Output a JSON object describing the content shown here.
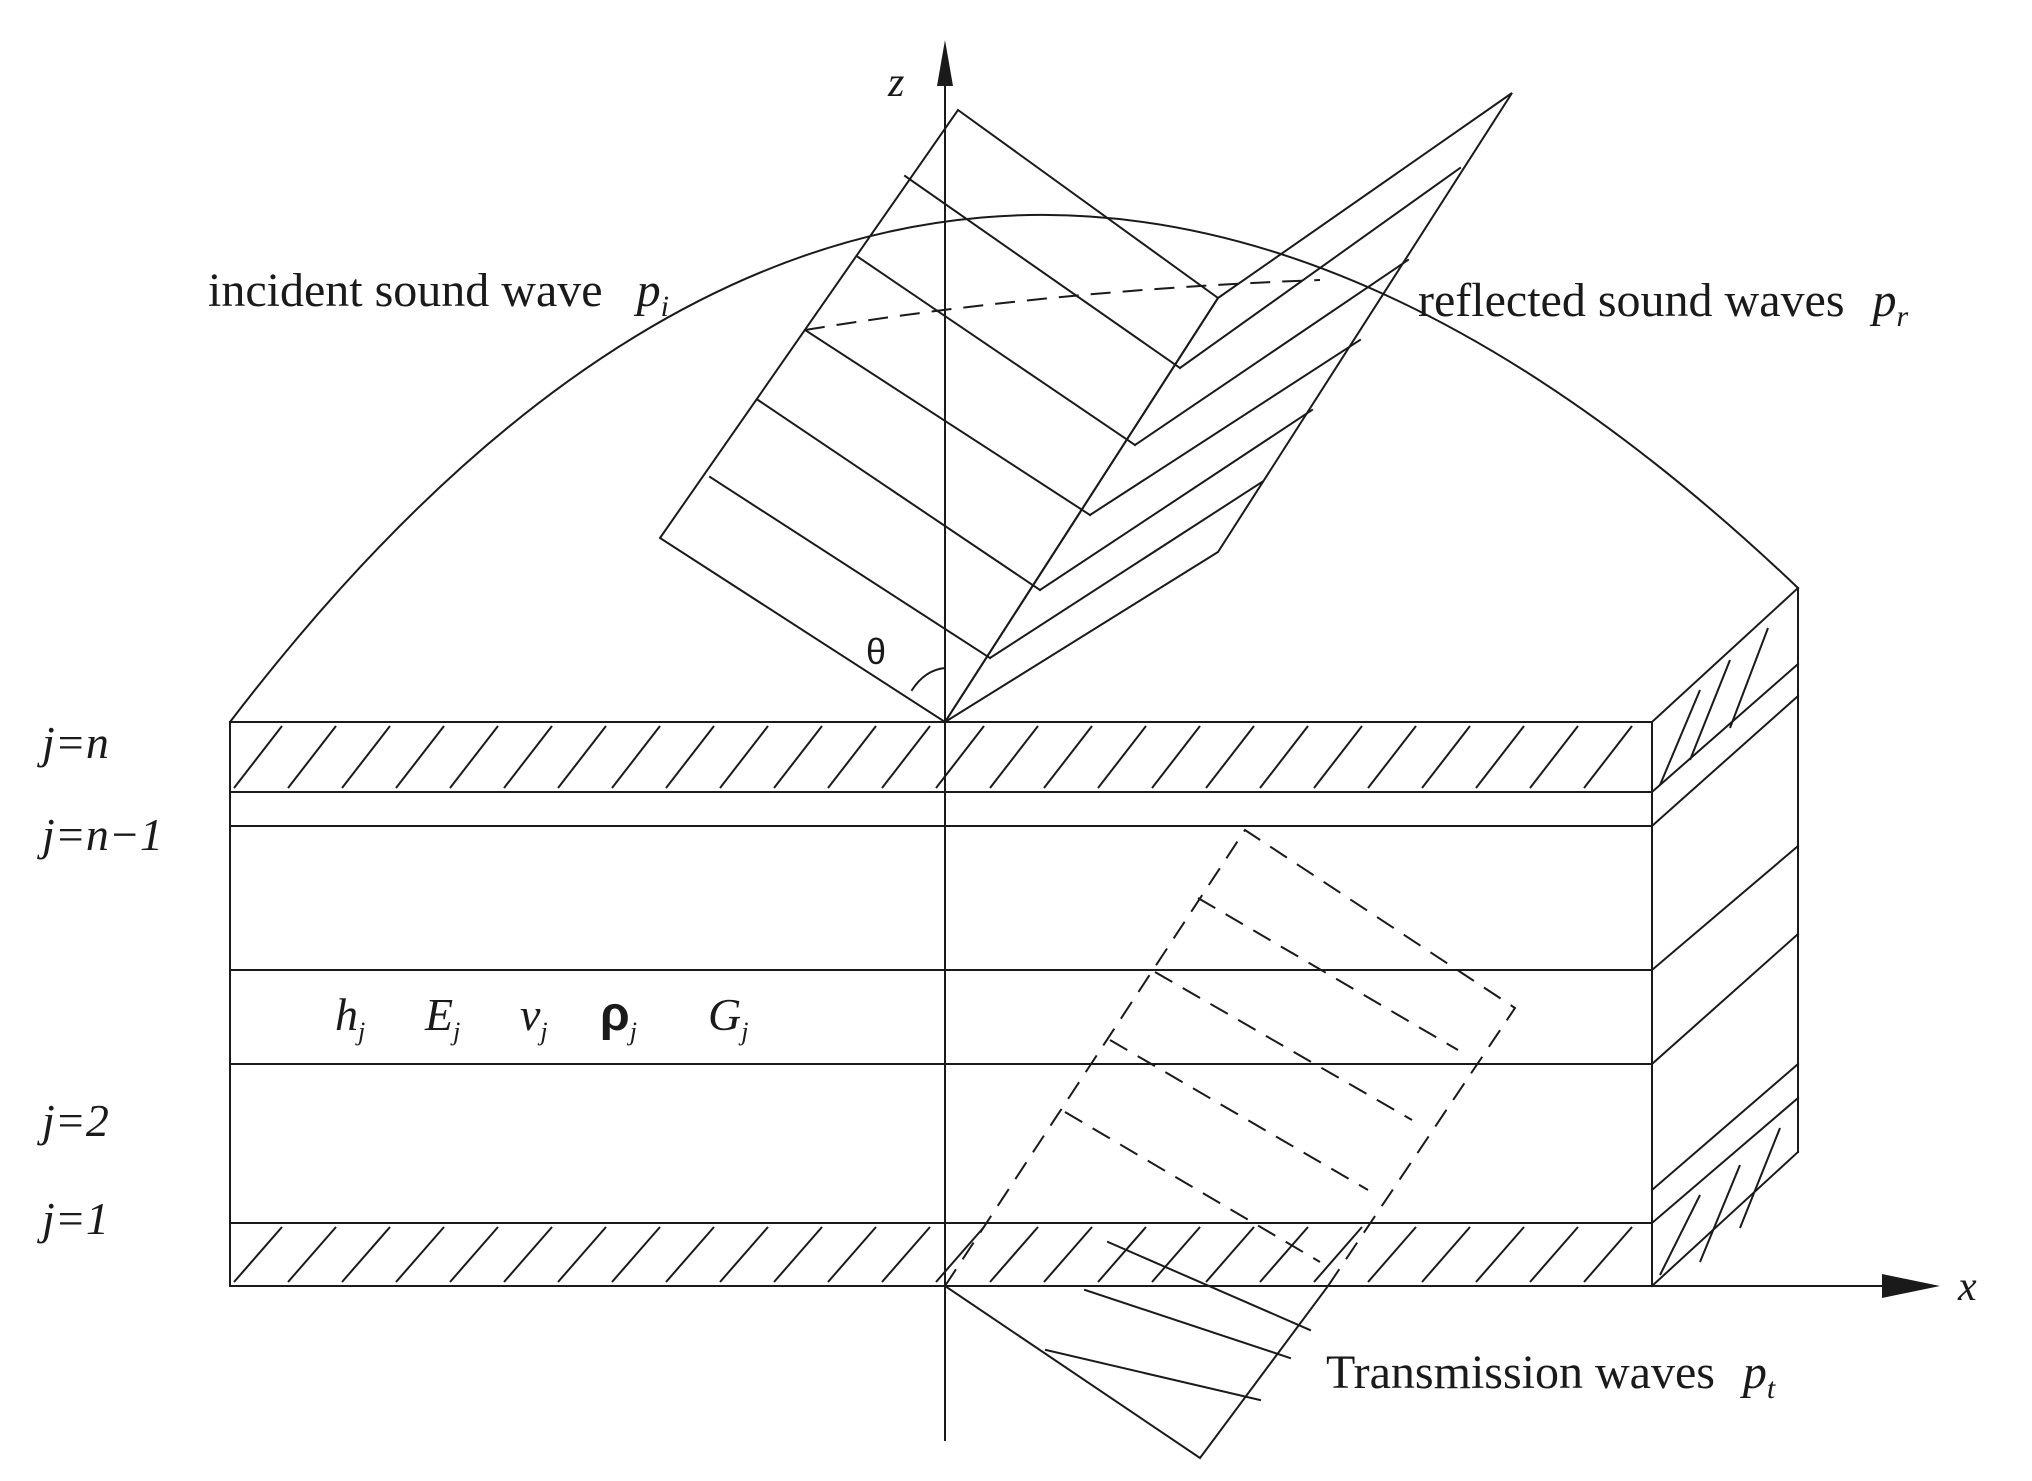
{
  "axes": {
    "z": "z",
    "x": "x"
  },
  "waves": {
    "incident": {
      "label": "incident sound wave",
      "symbol": "p",
      "subscript": "i"
    },
    "reflected": {
      "label": "reflected sound waves",
      "symbol": "p",
      "subscript": "r"
    },
    "transmitted": {
      "label": "Transmission waves",
      "symbol": "p",
      "subscript": "t"
    }
  },
  "angle": {
    "symbol": "θ"
  },
  "layers": {
    "top": "j=n",
    "second": "j=n−1",
    "third": "j=2",
    "bottom": "j=1"
  },
  "properties": [
    {
      "symbol": "h",
      "subscript": "j"
    },
    {
      "symbol": "E",
      "subscript": "j"
    },
    {
      "symbol": "v",
      "subscript": "j"
    },
    {
      "symbol": "ρ",
      "subscript": "j"
    },
    {
      "symbol": "G",
      "subscript": "j"
    }
  ]
}
